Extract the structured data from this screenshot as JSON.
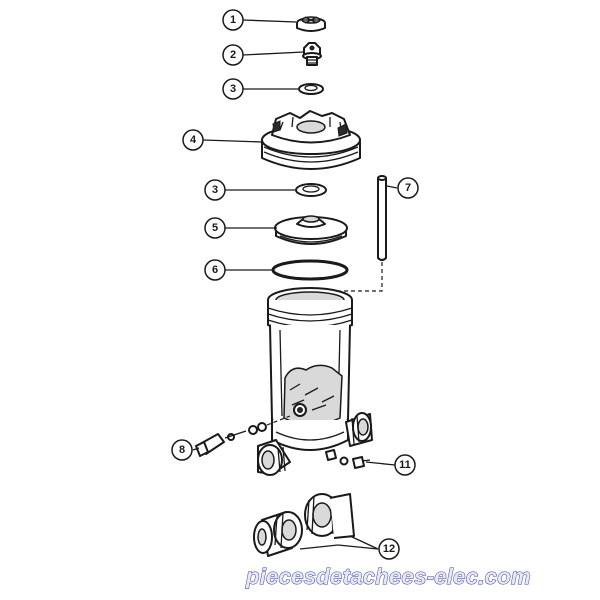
{
  "callouts": [
    "1",
    "2",
    "3",
    "4",
    "3",
    "5",
    "6",
    "7",
    "8",
    "11",
    "12"
  ],
  "watermark": "piecesdetachees-elec.com",
  "colors": {
    "line": "#1a1a1a",
    "watermark_fill": "#e8e8f4",
    "watermark_stroke": "#3a3fa0"
  }
}
